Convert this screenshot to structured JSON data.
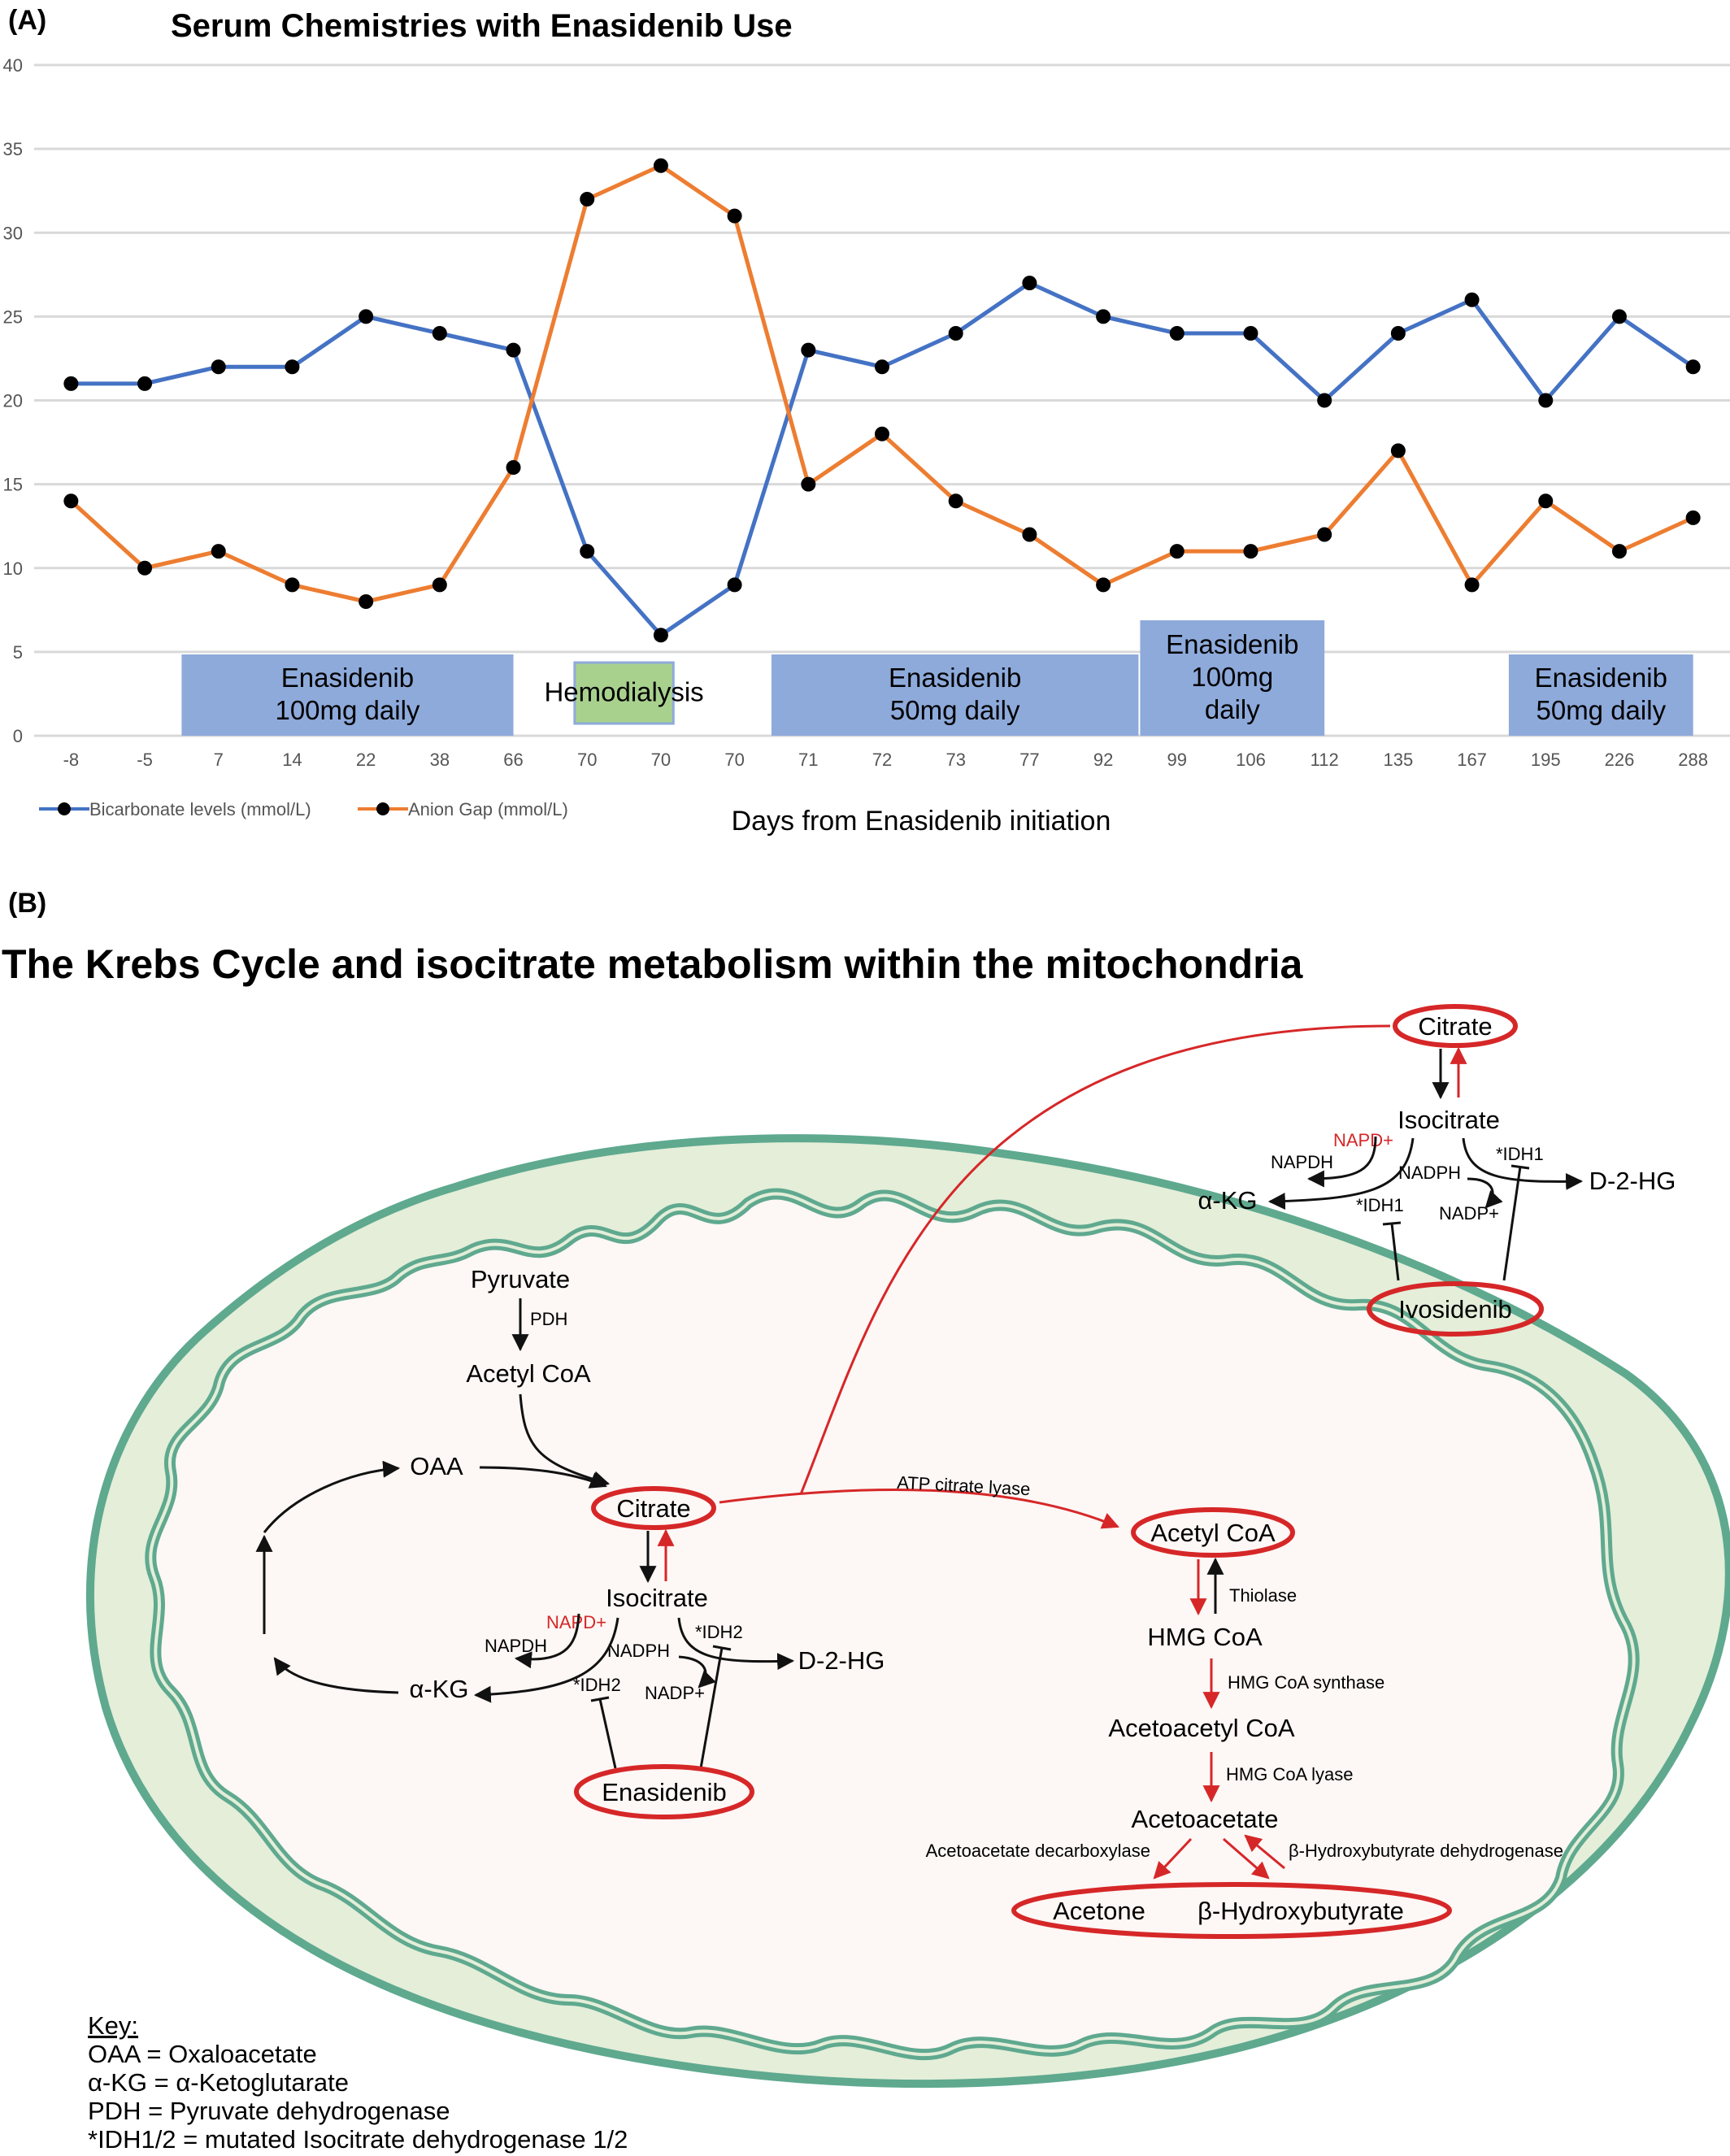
{
  "panel_a_label": "(A)",
  "panel_b_label": "(B)",
  "chart_data": {
    "type": "line",
    "title": "Serum Chemistries with Enasidenib Use",
    "xlabel": "Days from Enasidenib initiation",
    "ylabel": "",
    "ylim": [
      0,
      40
    ],
    "yticks": [
      "0",
      "5",
      "10",
      "15",
      "20",
      "25",
      "30",
      "35",
      "40"
    ],
    "grid": true,
    "legend_position": "bottom-left",
    "categories": [
      "-8",
      "-5",
      "7",
      "14",
      "22",
      "38",
      "66",
      "70",
      "70",
      "70",
      "71",
      "72",
      "73",
      "77",
      "92",
      "99",
      "106",
      "112",
      "135",
      "167",
      "195",
      "226",
      "288"
    ],
    "series": [
      {
        "name": "Bicarbonate levels (mmol/L)",
        "color": "#4472c4",
        "values": [
          21,
          21,
          22,
          22,
          25,
          24,
          23,
          11,
          6,
          9,
          23,
          22,
          24,
          27,
          25,
          24,
          24,
          20,
          24,
          26,
          20,
          25,
          22
        ]
      },
      {
        "name": "Anion Gap (mmol/L)",
        "color": "#ed7d31",
        "values": [
          14,
          10,
          11,
          9,
          8,
          9,
          16,
          32,
          34,
          31,
          15,
          18,
          14,
          12,
          9,
          11,
          11,
          12,
          17,
          9,
          14,
          11,
          13
        ]
      }
    ],
    "annotations": [
      {
        "lines": [
          "Enasidenib",
          "100mg daily"
        ],
        "from": 2,
        "to": 6,
        "color": "#8eaadb"
      },
      {
        "lines": [
          "Hemodialysis"
        ],
        "from": 7,
        "to": 9,
        "color": "#a9d18e"
      },
      {
        "lines": [
          "Enasidenib",
          "50mg daily"
        ],
        "from": 10,
        "to": 15,
        "color": "#8eaadb"
      },
      {
        "lines": [
          "Enasidenib",
          "100mg",
          "daily"
        ],
        "from": 15,
        "to": 17,
        "color": "#8eaadb"
      },
      {
        "lines": [
          "Enasidenib",
          "50mg daily"
        ],
        "from": 20,
        "to": 22,
        "color": "#8eaadb"
      }
    ]
  },
  "diagram": {
    "title": "The Krebs Cycle and isocitrate metabolism within the mitochondria",
    "colors": {
      "membrane": "#6db5a0",
      "matrix_fill": "#fdf7f5",
      "outer_fill": "#e4eed9",
      "highlight": "#d62728"
    },
    "labels": {
      "pyruvate": "Pyruvate",
      "pdh": "PDH",
      "acetyl_coa_1": "Acetyl CoA",
      "oaa": "OAA",
      "citrate_1": "Citrate",
      "isocitrate_1": "Isocitrate",
      "napd_plus_1": "NAPD+",
      "napdh_1": "NAPDH",
      "nadph_1": "NADPH",
      "idh2_a": "*IDH2",
      "idh2_b": "*IDH2",
      "nadp_plus_1": "NADP+",
      "d2hg_1": "D-2-HG",
      "akg_1": "α-KG",
      "enasidenib": "Enasidenib",
      "atp_citrate_lyase": "ATP citrate lyase",
      "acetyl_coa_2": "Acetyl CoA",
      "thiolase": "Thiolase",
      "hmg_coa": "HMG CoA",
      "hmg_coa_synthase": "HMG CoA synthase",
      "acetoacetyl_coa": "Acetoacetyl CoA",
      "hmg_coa_lyase": "HMG CoA lyase",
      "acetoacetate": "Acetoacetate",
      "acetoacetate_decarboxylase": "Acetoacetate decarboxylase",
      "bhb_dehydrogenase": "β-Hydroxybutyrate dehydrogenase",
      "acetone": "Acetone",
      "bhb": "β-Hydroxybutyrate",
      "citrate_2": "Citrate",
      "isocitrate_2": "Isocitrate",
      "napd_plus_2": "NAPD+",
      "napdh_2": "NAPDH",
      "idh1_a": "*IDH1",
      "idh1_b": "*IDH1",
      "nadph_2": "NADPH",
      "nadp_plus_2": "NADP+",
      "akg_2": "α-KG",
      "d2hg_2": "D-2-HG",
      "ivosidenib": "Ivosidenib"
    },
    "key": {
      "heading": "Key:",
      "items": [
        "OAA = Oxaloacetate",
        "α-KG = α-Ketoglutarate",
        "PDH = Pyruvate dehydrogenase",
        "*IDH1/2 = mutated Isocitrate dehydrogenase 1/2"
      ]
    }
  }
}
